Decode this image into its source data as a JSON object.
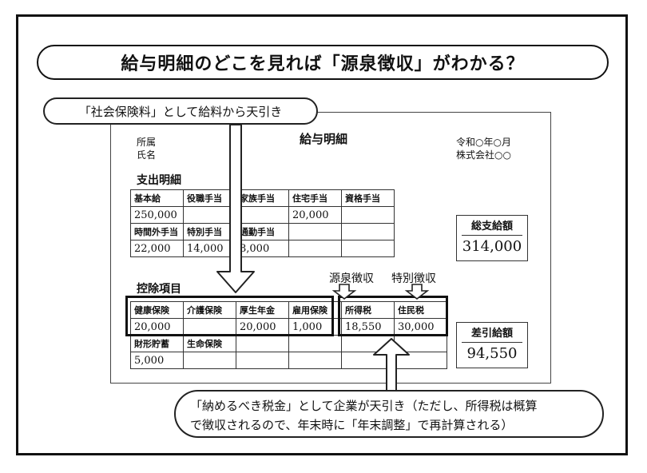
{
  "title": "給与明細のどこを見れば「源泉徴収」がわかる？",
  "callout_top": "「社会保険料」として給料から天引き",
  "callout_bottom_line1": "「納めるべき税金」として企業が天引き（ただし、所得税は概算",
  "callout_bottom_line2": "で徴収されるので、年末時に「年末調整」で再計算される）",
  "doc": {
    "affiliation": "所属",
    "name": "氏名",
    "heading": "給与明細",
    "era": "令和○年○月",
    "company": "株式会社○○",
    "payments_title": "支出明細",
    "deductions_title": "控除項目"
  },
  "payments": {
    "row1_labels": [
      "基本給",
      "役職手当",
      "家族手当",
      "住宅手当",
      "資格手当"
    ],
    "row1_values": [
      "250,000",
      "",
      "",
      "20,000",
      ""
    ],
    "row2_labels": [
      "時間外手当",
      "特別手当",
      "通勤手当",
      "",
      ""
    ],
    "row2_values": [
      "22,000",
      "14,000",
      "8,000",
      "",
      ""
    ]
  },
  "deductions": {
    "row1_labels": [
      "健康保険",
      "介護保険",
      "厚生年金",
      "雇用保険",
      "所得税",
      "住民税"
    ],
    "row1_values": [
      "20,000",
      "",
      "20,000",
      "1,000",
      "18,550",
      "30,000"
    ],
    "row2_labels": [
      "財形貯蓄",
      "生命保険",
      "",
      "",
      "",
      ""
    ],
    "row2_values": [
      "5,000",
      "",
      "",
      "",
      "",
      ""
    ]
  },
  "totals": {
    "gross_label": "総支給額",
    "gross_value": "314,000",
    "net_label": "差引給額",
    "net_value": "94,550"
  },
  "tax_labels": {
    "withholding": "源泉徴収",
    "special": "特別徴収"
  }
}
